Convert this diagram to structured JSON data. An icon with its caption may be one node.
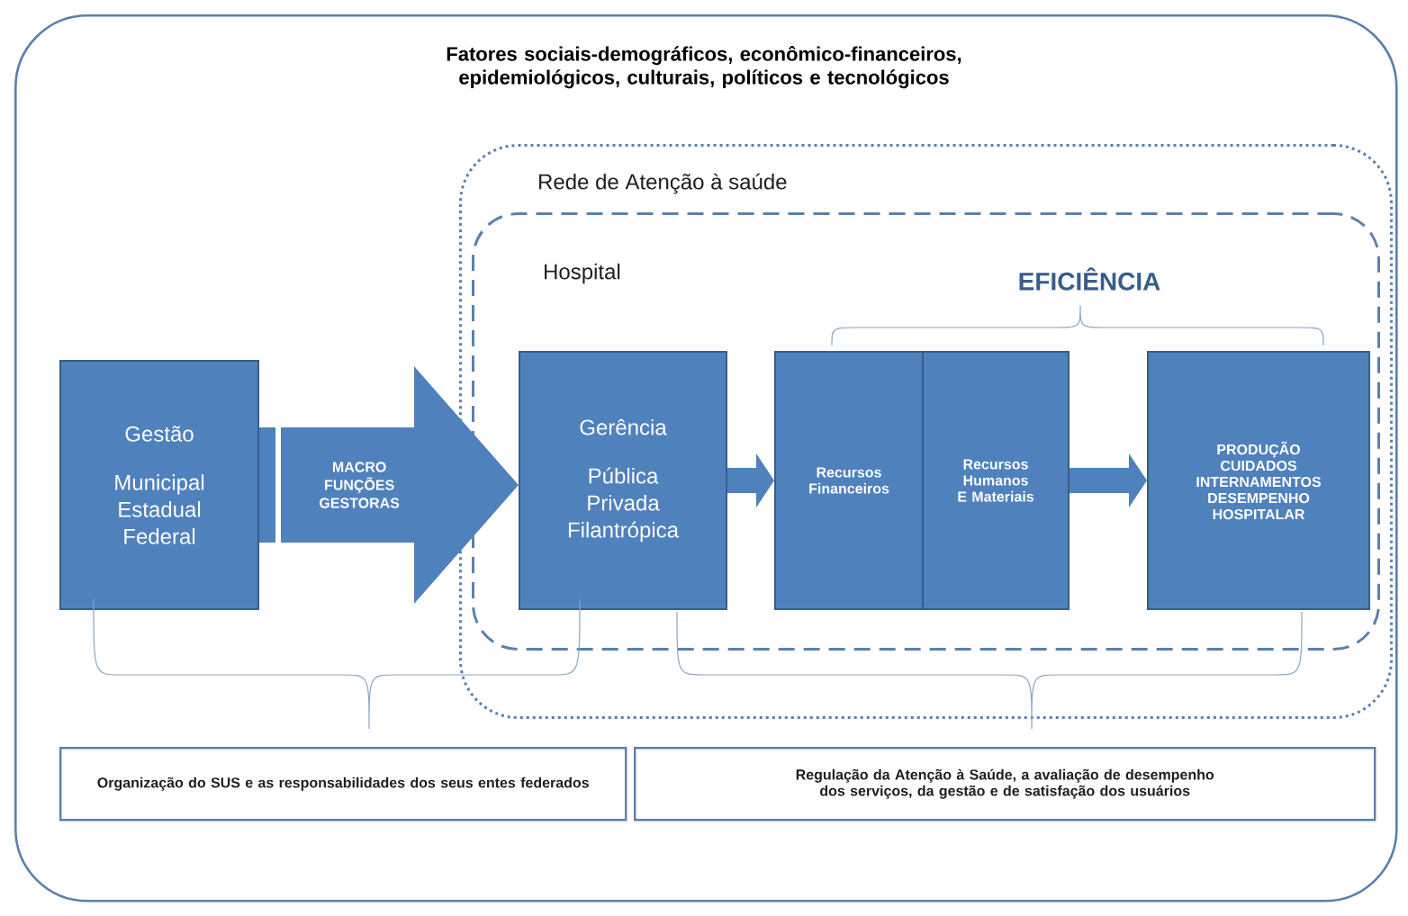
{
  "diagram": {
    "nodes": [
      {
        "text": [
          "Fatores sociais-demográficos, econômico-financeiros, epidemiológicos, culturais, políticos e tecnológicos"
        ]
      },
      {
        "text": [
          "Rede de Atenção à saúde"
        ],
        "in": 0
      },
      {
        "text": [
          "Hospital"
        ],
        "in": 1
      },
      {
        "text": [
          "Gestão",
          "Municipal Estadual Federal"
        ],
        "in": 0
      },
      {
        "text": [
          "Gerência",
          "Pública Privada Filantrópica"
        ],
        "in": 2
      },
      {
        "text": [
          "Recursos Financeiros"
        ],
        "in": 2
      },
      {
        "text": [
          "Recursos Humanos E Materiais"
        ],
        "in": 2
      },
      {
        "text": [
          "PRODUÇÃO CUIDADOS INTERNAMENTOS DESEMPENHO HOSPITALAR"
        ],
        "in": 2
      },
      {
        "text": [
          "Organização do SUS e as responsabilidades dos seus entes federados"
        ],
        "in": 0
      },
      {
        "text": [
          "Regulação da Atenção à Saúde, a avaliação de desempenho dos serviços, da gestão e de satisfação dos usuários"
        ],
        "in": 0
      }
    ],
    "edges": [
      {
        "from": 3,
        "to": 4,
        "arrow": "to",
        "label": "MACRO FUNÇÕES GESTORAS",
        "style": "thick"
      },
      {
        "from": 4,
        "to": 5,
        "arrow": "to",
        "style": "thick"
      },
      {
        "from": 6,
        "to": 7,
        "arrow": "to",
        "style": "thick"
      }
    ],
    "labels": [
      "EFICIÊNCIA"
    ]
  }
}
